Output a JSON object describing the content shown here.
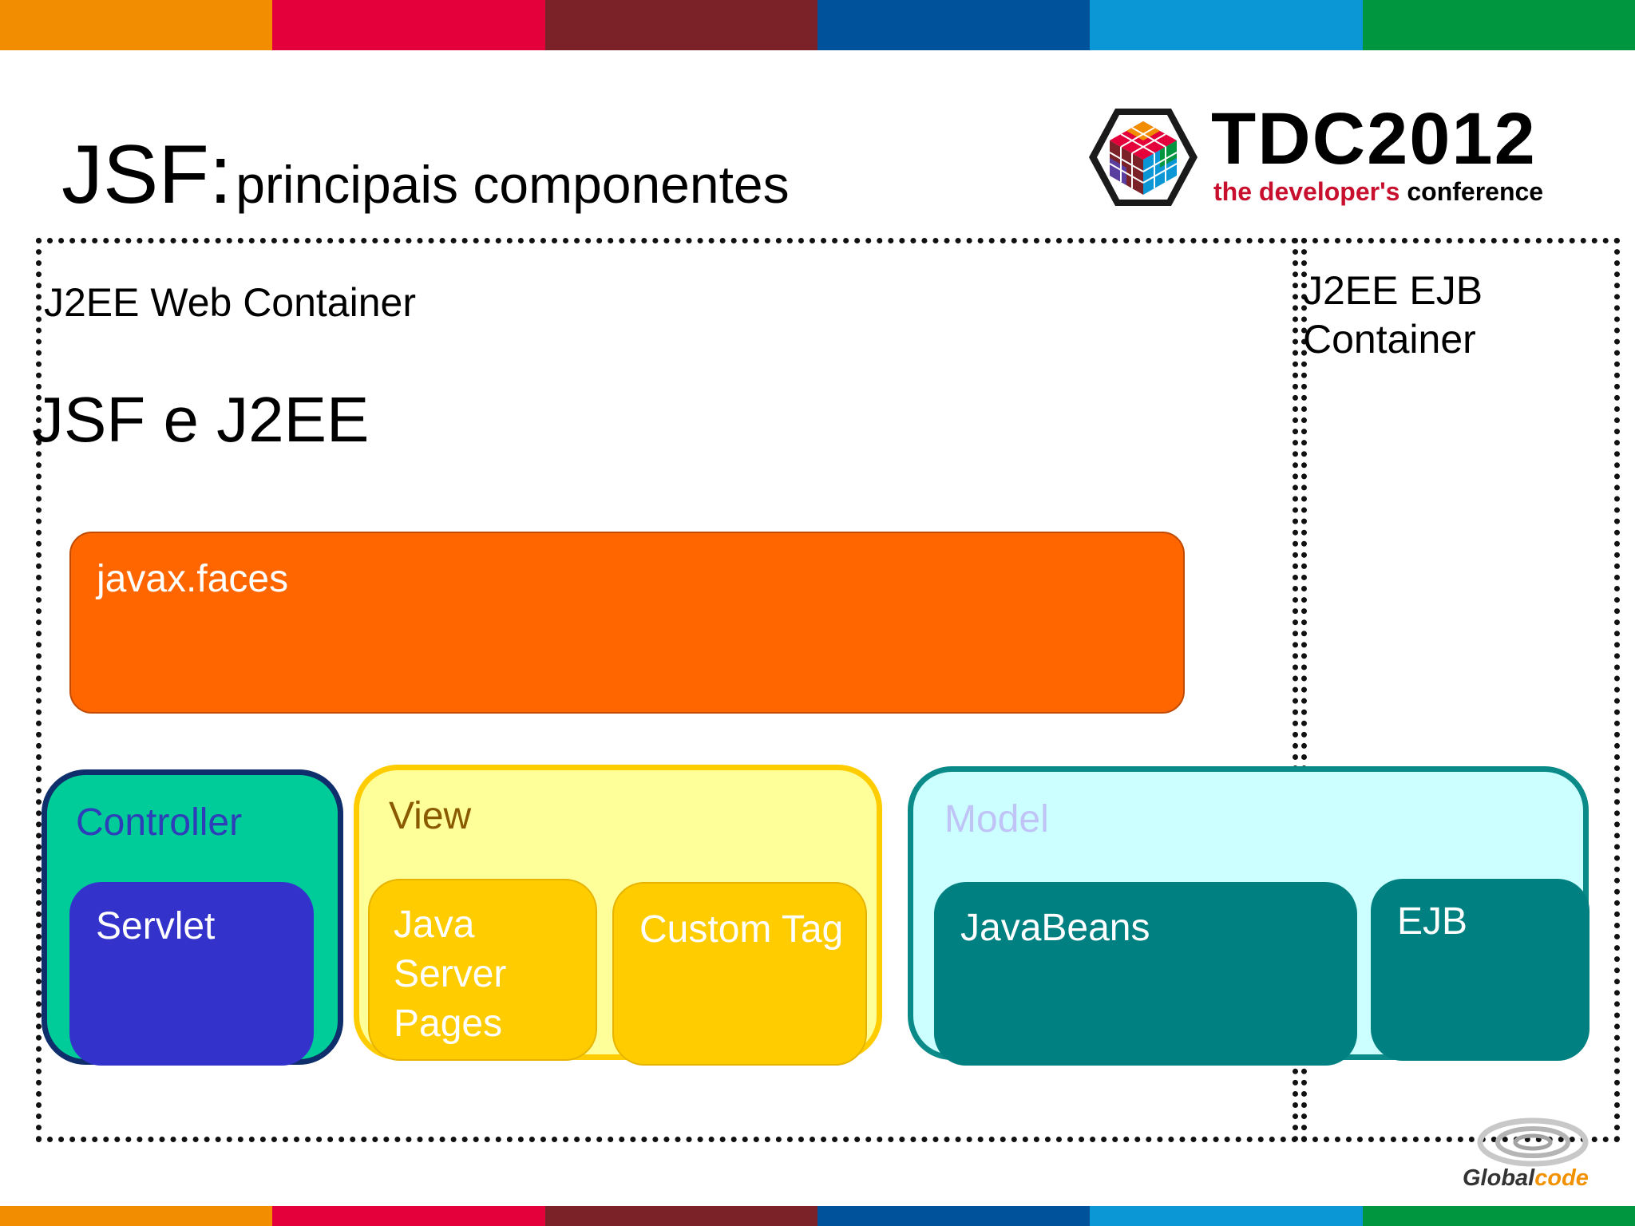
{
  "slide": {
    "title_main": "JSF:",
    "title_sub": "principais componentes"
  },
  "branding": {
    "event_name": "TDC2012",
    "tagline_part1": "the developer's",
    "tagline_part2": "conference",
    "company_logo_label": "Globalcode",
    "company_part1": "Global",
    "company_part2": "code"
  },
  "colors": {
    "stripe": [
      "#f28c00",
      "#e4003a",
      "#7b2228",
      "#00529b",
      "#0b96d6",
      "#00963f"
    ],
    "javax_faces": "#ff6600",
    "controller": "#00cc99",
    "servlet": "#3333cc",
    "view": "#ffff99",
    "view_inner": "#ffcc00",
    "model": "#ccffff",
    "model_inner": "#008080"
  },
  "diagram": {
    "web_container_label": "J2EE Web Container",
    "ejb_container_label": "J2EE EJB Container",
    "heading": "JSF e J2EE",
    "javax_faces_label": "javax.faces",
    "controller": {
      "title": "Controller",
      "servlet": "Servlet"
    },
    "view": {
      "title": "View",
      "jsp": "Java Server Pages",
      "custom_tag": "Custom Tag"
    },
    "model": {
      "title": "Model",
      "javabeans": "JavaBeans",
      "ejb": "EJB"
    }
  }
}
